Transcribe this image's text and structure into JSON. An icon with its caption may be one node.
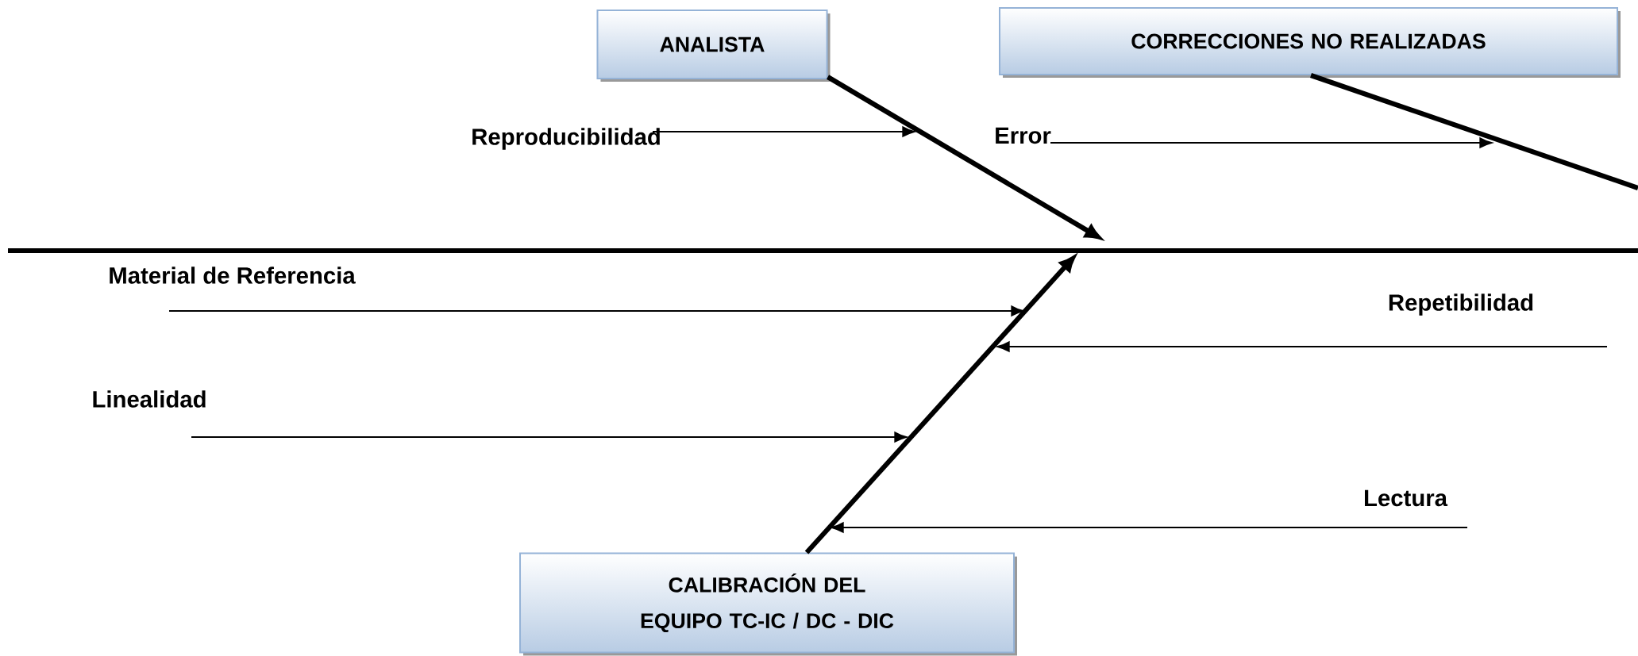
{
  "diagram": {
    "nodes": [
      {
        "text": [
          "ANALISTA"
        ]
      },
      {
        "text": [
          "CORRECCIONES NO REALIZADAS"
        ]
      },
      {
        "text": [
          "Reproducibilidad"
        ]
      },
      {
        "text": [
          "Error"
        ]
      },
      {
        "text": [
          "Material de Referencia"
        ]
      },
      {
        "text": [
          "Repetibilidad"
        ]
      },
      {
        "text": [
          "Linealidad"
        ]
      },
      {
        "text": [
          "Lectura"
        ]
      },
      {
        "text": [
          "CALIBRACIÓN DEL EQUIPO TC-IC / DC - DIC"
        ]
      }
    ],
    "edges": [
      {
        "from": 0,
        "to": null,
        "arrow": "to",
        "style": "thick"
      },
      {
        "from": 1,
        "to": null,
        "arrow": "none",
        "style": "thick"
      },
      {
        "from": 8,
        "to": null,
        "arrow": "to",
        "style": "thick"
      },
      {
        "from": 2,
        "to": null,
        "arrow": "to"
      },
      {
        "from": 3,
        "to": null,
        "arrow": "to"
      },
      {
        "from": 4,
        "to": null,
        "arrow": "to"
      },
      {
        "from": 5,
        "to": null,
        "arrow": "to"
      },
      {
        "from": 6,
        "to": null,
        "arrow": "to"
      },
      {
        "from": 7,
        "to": null,
        "arrow": "to"
      }
    ]
  }
}
